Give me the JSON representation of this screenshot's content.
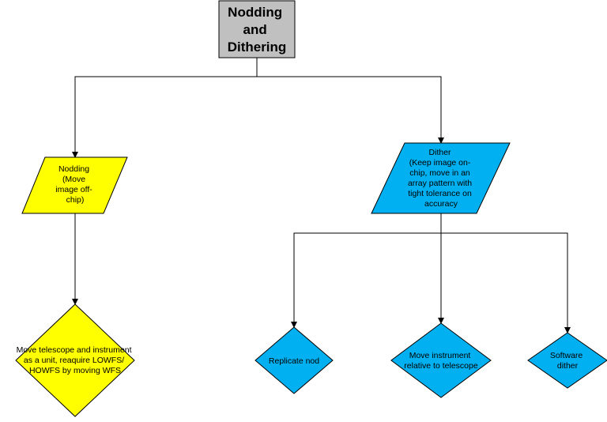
{
  "colors": {
    "title_fill": "#c0c0c0",
    "yellow_fill": "#ffff00",
    "blue_fill": "#00b0f0",
    "line": "#000000"
  },
  "diagram": {
    "title": [
      "Nodding",
      "and",
      "Dithering"
    ],
    "nodding": [
      "Nodding",
      "(Move",
      "image off-",
      "chip)"
    ],
    "dither": [
      "Dither",
      "(Keep image on-",
      "chip, move in an",
      "array pattern with",
      "tight tolerance on",
      "accuracy"
    ],
    "move_telescope": [
      "Move telescope and instrument",
      "as a unit, reaquire LOWFS/",
      "HOWFS by moving WFS"
    ],
    "replicate_nod": [
      "Replicate nod"
    ],
    "move_instrument": [
      "Move instrument",
      "relative to telescope"
    ],
    "software_dither": [
      "Software",
      "dither"
    ]
  }
}
